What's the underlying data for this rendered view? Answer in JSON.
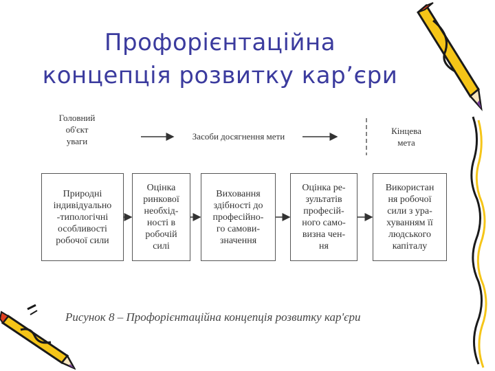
{
  "slide": {
    "title_line1": "Профорієнтаційна",
    "title_line2": "концепція розвитку кар’єри"
  },
  "diagram": {
    "header_left": "Головний\nоб'єкт\nуваги",
    "header_middle": "Засоби досягнення мети",
    "header_right": "Кінцева\nмета",
    "boxes": [
      "Природні\nіндивідуально\n-типологічні\nособливості\nробочої сили",
      "Оцінка\nринкової\nнеобхід-\nності в\nробочій\nсилі",
      "Виховання\nздібності до\nпрофесійно-\nго самови-\nзначення",
      "Оцінка ре-\nзультатів\nпрофесій-\nного само-\nвизна чен-\nня",
      "Використан\nня робочої\nсили з ура-\nхуванням її\nлюдського\nкапіталу"
    ],
    "caption": "Рисунок 8 – Профорієнтаційна концепція розвитку кар'єри"
  },
  "colors": {
    "title": "#3b3b9e",
    "pencil_body": "#f5c518",
    "pencil_outline": "#1a1a1a",
    "pencil_tip": "#7a3fa0",
    "eraser": "#e04020"
  },
  "icons": [
    "pencil-icon-right",
    "pencil-icon-left"
  ]
}
